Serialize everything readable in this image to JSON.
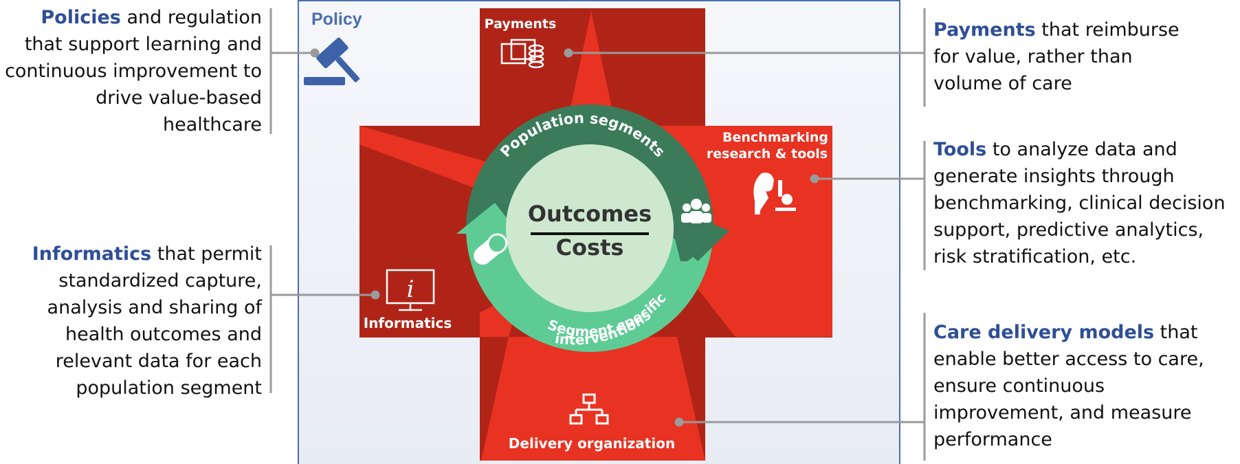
{
  "frame": {
    "title": "Policy"
  },
  "center": {
    "numerator": "Outcomes",
    "denominator": "Costs"
  },
  "cycle": {
    "top_label": "Population segments",
    "bottom_line1": "Segment specific",
    "bottom_line2": "interventions"
  },
  "blocks": {
    "payments": "Payments",
    "benchmarking_line1": "Benchmarking",
    "benchmarking_line2": "research & tools",
    "informatics": "Informatics",
    "delivery": "Delivery organization"
  },
  "callouts": {
    "policies": {
      "highlight": "Policies",
      "rest": " and regulation that support learning and continuous improvement to drive value-based healthcare"
    },
    "informatics": {
      "highlight": "Informatics",
      "rest": " that permit standardized capture, analysis and sharing of health outcomes and relevant data for each population segment"
    },
    "payments": {
      "highlight": "Payments",
      "rest": " that reimburse for value, rather than volume of care"
    },
    "tools": {
      "highlight": "Tools",
      "rest": " to analyze data and generate insights through benchmarking, clinical decision support, predictive analytics, risk stratification, etc."
    },
    "care": {
      "highlight": "Care delivery models",
      "rest": " that enable better access to care, ensure continuous improvement, and measure performance"
    }
  },
  "colors": {
    "frame_border": "#4a6fae",
    "frame_fill": "#eef1f7",
    "dark_red": "#b02418",
    "bright_red": "#e83222",
    "dark_green": "#3b7b5a",
    "light_green": "#5ecb95",
    "center_fill": "#cde8cf",
    "highlight_text": "#2e4f96",
    "connector": "#9a9a9a"
  },
  "icons": [
    "gavel-icon",
    "money-icon",
    "researcher-microscope-icon",
    "group-icon",
    "pill-icon",
    "computer-info-icon",
    "org-chart-icon"
  ]
}
